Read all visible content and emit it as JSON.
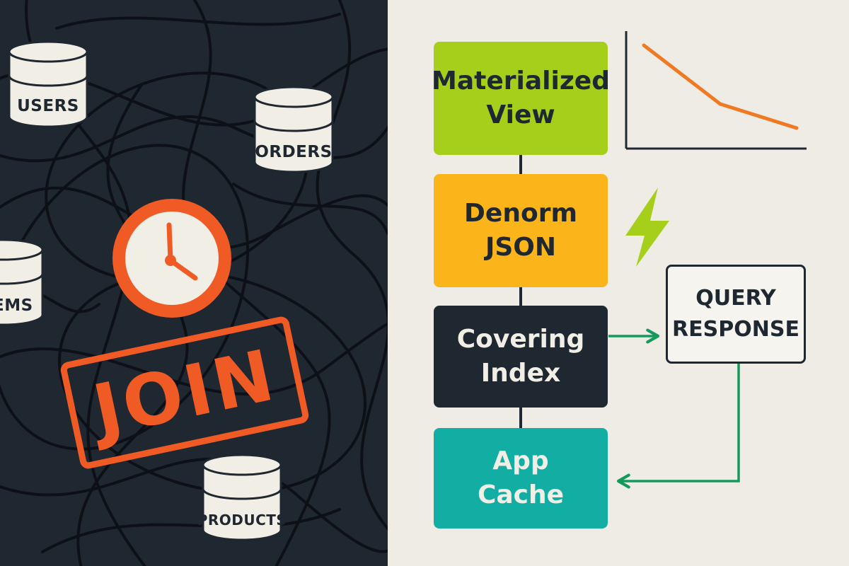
{
  "colors": {
    "dark_bg": "#1f2731",
    "light_bg": "#efece6",
    "orange": "#f05a24",
    "lime": "#a5cf1b",
    "yellow": "#fbb51a",
    "teal": "#12aea3",
    "green_arrow": "#159a5c",
    "cream": "#f1eee6"
  },
  "tables": {
    "users": "USERS",
    "orders": "ORDERS",
    "items": "EMS",
    "products": "PRODUCTS"
  },
  "stamp": {
    "label": "JOIN"
  },
  "icons": {
    "clock": "clock-icon",
    "lightning": "lightning-icon",
    "trend_chart": "downward-trend-chart"
  },
  "layers": [
    {
      "id": "materialized-view",
      "label": "Materialized\nView",
      "fill": "#a5cf1b",
      "text_color": "#1f2731"
    },
    {
      "id": "denorm-json",
      "label": "Denorm\nJSON",
      "fill": "#fbb51a",
      "text_color": "#1f2731"
    },
    {
      "id": "covering-index",
      "label": "Covering\nIndex",
      "fill": "#1f2731",
      "text_color": "#f1eee6"
    },
    {
      "id": "app-cache",
      "label": "App\nCache",
      "fill": "#12aea3",
      "text_color": "#f1eee6"
    }
  ],
  "response": {
    "label": "QUERY\nRESPONSE"
  }
}
